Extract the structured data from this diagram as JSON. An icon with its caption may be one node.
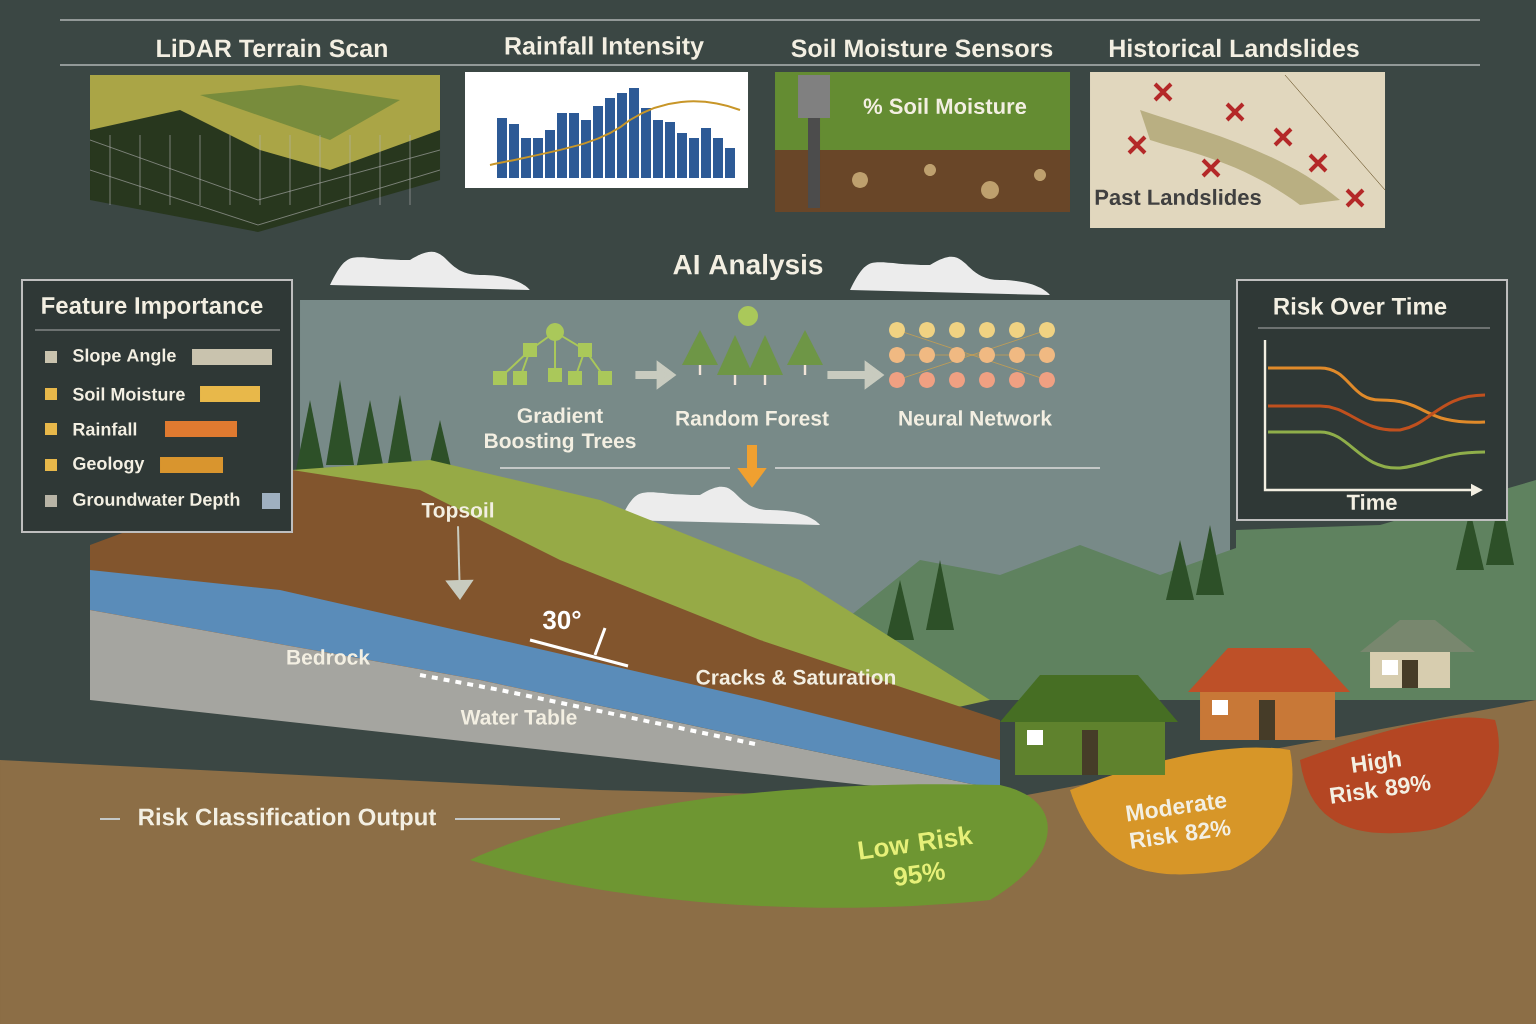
{
  "diagram": {
    "nodes": [
      {
        "text": [
          "LiDAR Terrain Scan"
        ]
      },
      {
        "text": [
          "Rainfall Intensity"
        ]
      },
      {
        "text": [
          "Soil Moisture Sensors",
          "% Soil Moisture"
        ]
      },
      {
        "text": [
          "Historical Landslides",
          "Past Landslides"
        ]
      },
      {
        "text": [
          "Feature Importance",
          "Slope Angle",
          "Soil Moisture",
          "Rainfall",
          "Geology",
          "Groundwater Depth"
        ]
      },
      {
        "text": [
          "Gradient Boosting Trees"
        ]
      },
      {
        "text": [
          "Random Forest"
        ]
      },
      {
        "text": [
          "Neural Network"
        ]
      },
      {
        "text": [
          "Risk Over Time",
          "Time"
        ]
      },
      {
        "text": [
          "Topsoil"
        ]
      }
    ],
    "edges": [
      {
        "from": 5,
        "to": 6,
        "arrow": "to"
      },
      {
        "from": 6,
        "to": 7,
        "arrow": "to"
      },
      {
        "from": 9,
        "to": null,
        "arrow": "to"
      }
    ],
    "labels": [
      "AI Analysis",
      "30°",
      "Bedrock",
      "Cracks & Saturation",
      "Water Table",
      "Risk Classification Output",
      "Low Risk 95%",
      "Moderate Risk 82%",
      "High Risk 89%"
    ]
  }
}
